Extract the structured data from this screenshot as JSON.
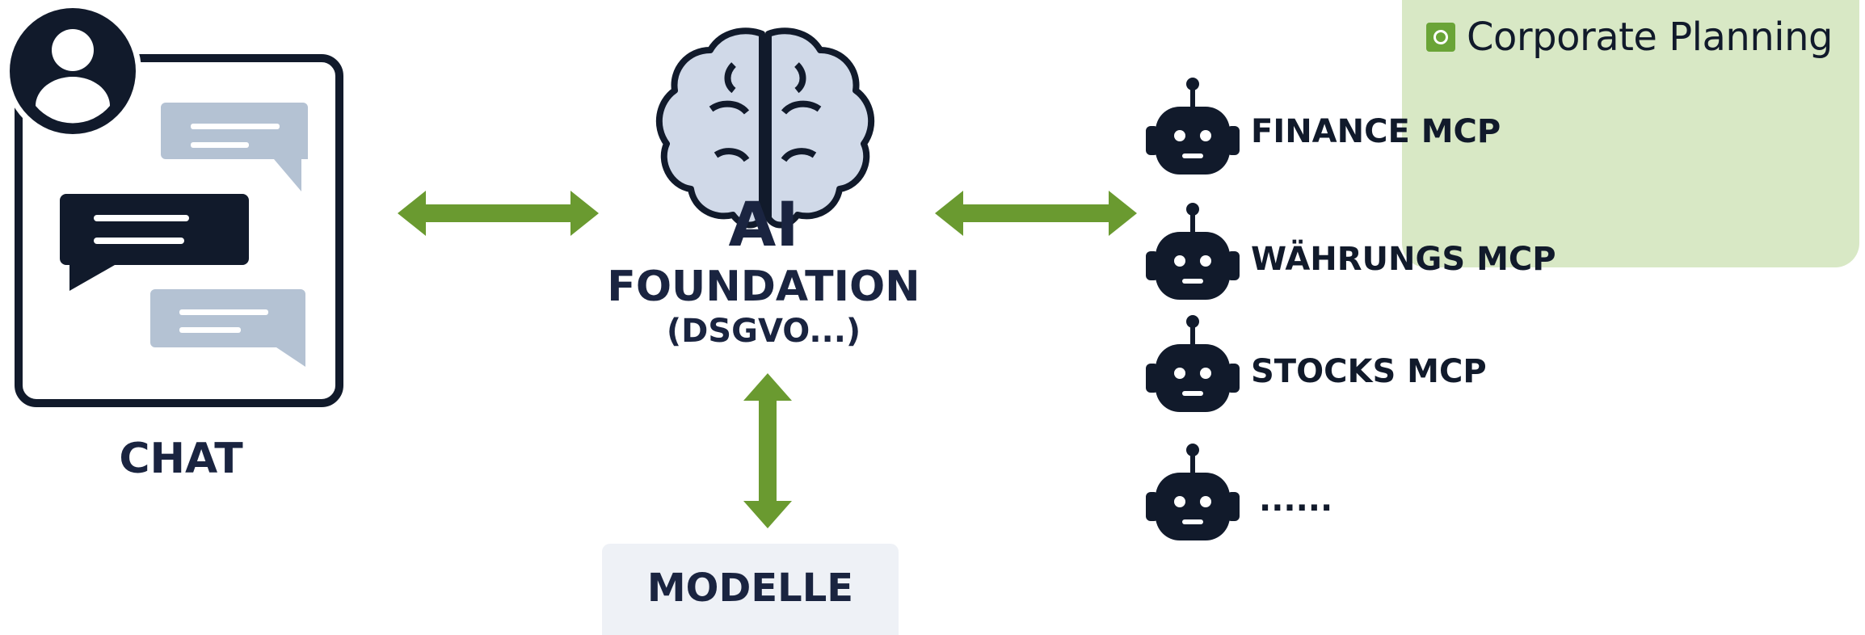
{
  "brand": {
    "title": "Corporate Planning",
    "logo_icon": "search-square-icon",
    "panel_color": "#d8e8c5",
    "logo_color": "#6aa437"
  },
  "colors": {
    "navy": "#111a2b",
    "arrow_green": "#6a9a30",
    "bubble_light": "#b4c2d3"
  },
  "chat": {
    "label": "CHAT",
    "icons": [
      "user-avatar-icon",
      "chat-window-icon"
    ]
  },
  "ai": {
    "title": "AI",
    "subtitle": "FOUNDATION",
    "note": "(DSGVO...)",
    "icon": "brain-icon"
  },
  "modelle": {
    "label": "MODELLE"
  },
  "mcp_list": [
    {
      "label": "FINANCE MCP",
      "icon": "robot-icon"
    },
    {
      "label": "WÄHRUNGS MCP",
      "icon": "robot-icon"
    },
    {
      "label": "STOCKS MCP",
      "icon": "robot-icon"
    },
    {
      "label": "......",
      "icon": "robot-icon"
    }
  ]
}
